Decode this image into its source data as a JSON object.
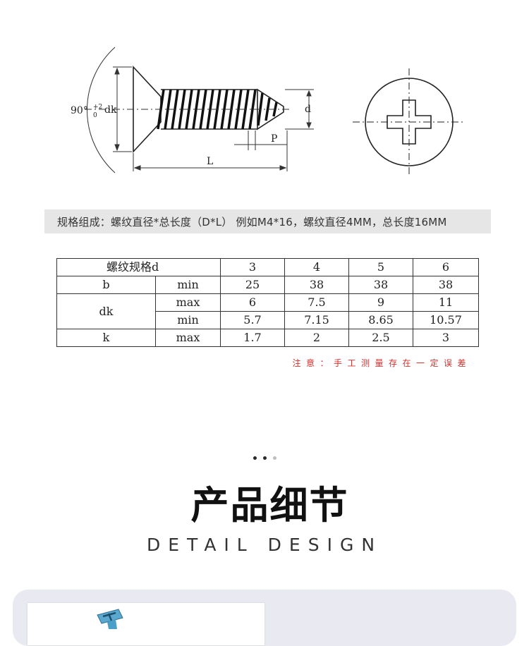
{
  "drawing": {
    "labels": {
      "angle": "90°",
      "tol_plus": "+2",
      "tol_zero": "0",
      "dk": "dk",
      "d": "d",
      "p": "P",
      "l": "L"
    }
  },
  "spec_bar": {
    "text": "规格组成：螺纹直径*总长度（D*L） 例如M4*16，螺纹直径4MM，总长度16MM"
  },
  "table": {
    "header": {
      "label": "螺纹规格d",
      "sizes": [
        "3",
        "4",
        "5",
        "6"
      ]
    },
    "b": {
      "name": "b",
      "qual": "min",
      "values": [
        "25",
        "38",
        "38",
        "38"
      ]
    },
    "dk": {
      "name": "dk",
      "max": {
        "qual": "max",
        "values": [
          "6",
          "7.5",
          "9",
          "11"
        ]
      },
      "min": {
        "qual": "min",
        "values": [
          "5.7",
          "7.15",
          "8.65",
          "10.57"
        ]
      }
    },
    "k": {
      "name": "k",
      "qual": "max",
      "values": [
        "1.7",
        "2",
        "2.5",
        "3"
      ]
    }
  },
  "note": "注意：手工测量存在一定误差",
  "section": {
    "title": "产品细节",
    "subtitle": "DETAIL DESIGN"
  },
  "colors": {
    "note_red": "#d0312d",
    "panel_bg": "#e9e9f1",
    "screw_blue": "#4a9fc9"
  }
}
